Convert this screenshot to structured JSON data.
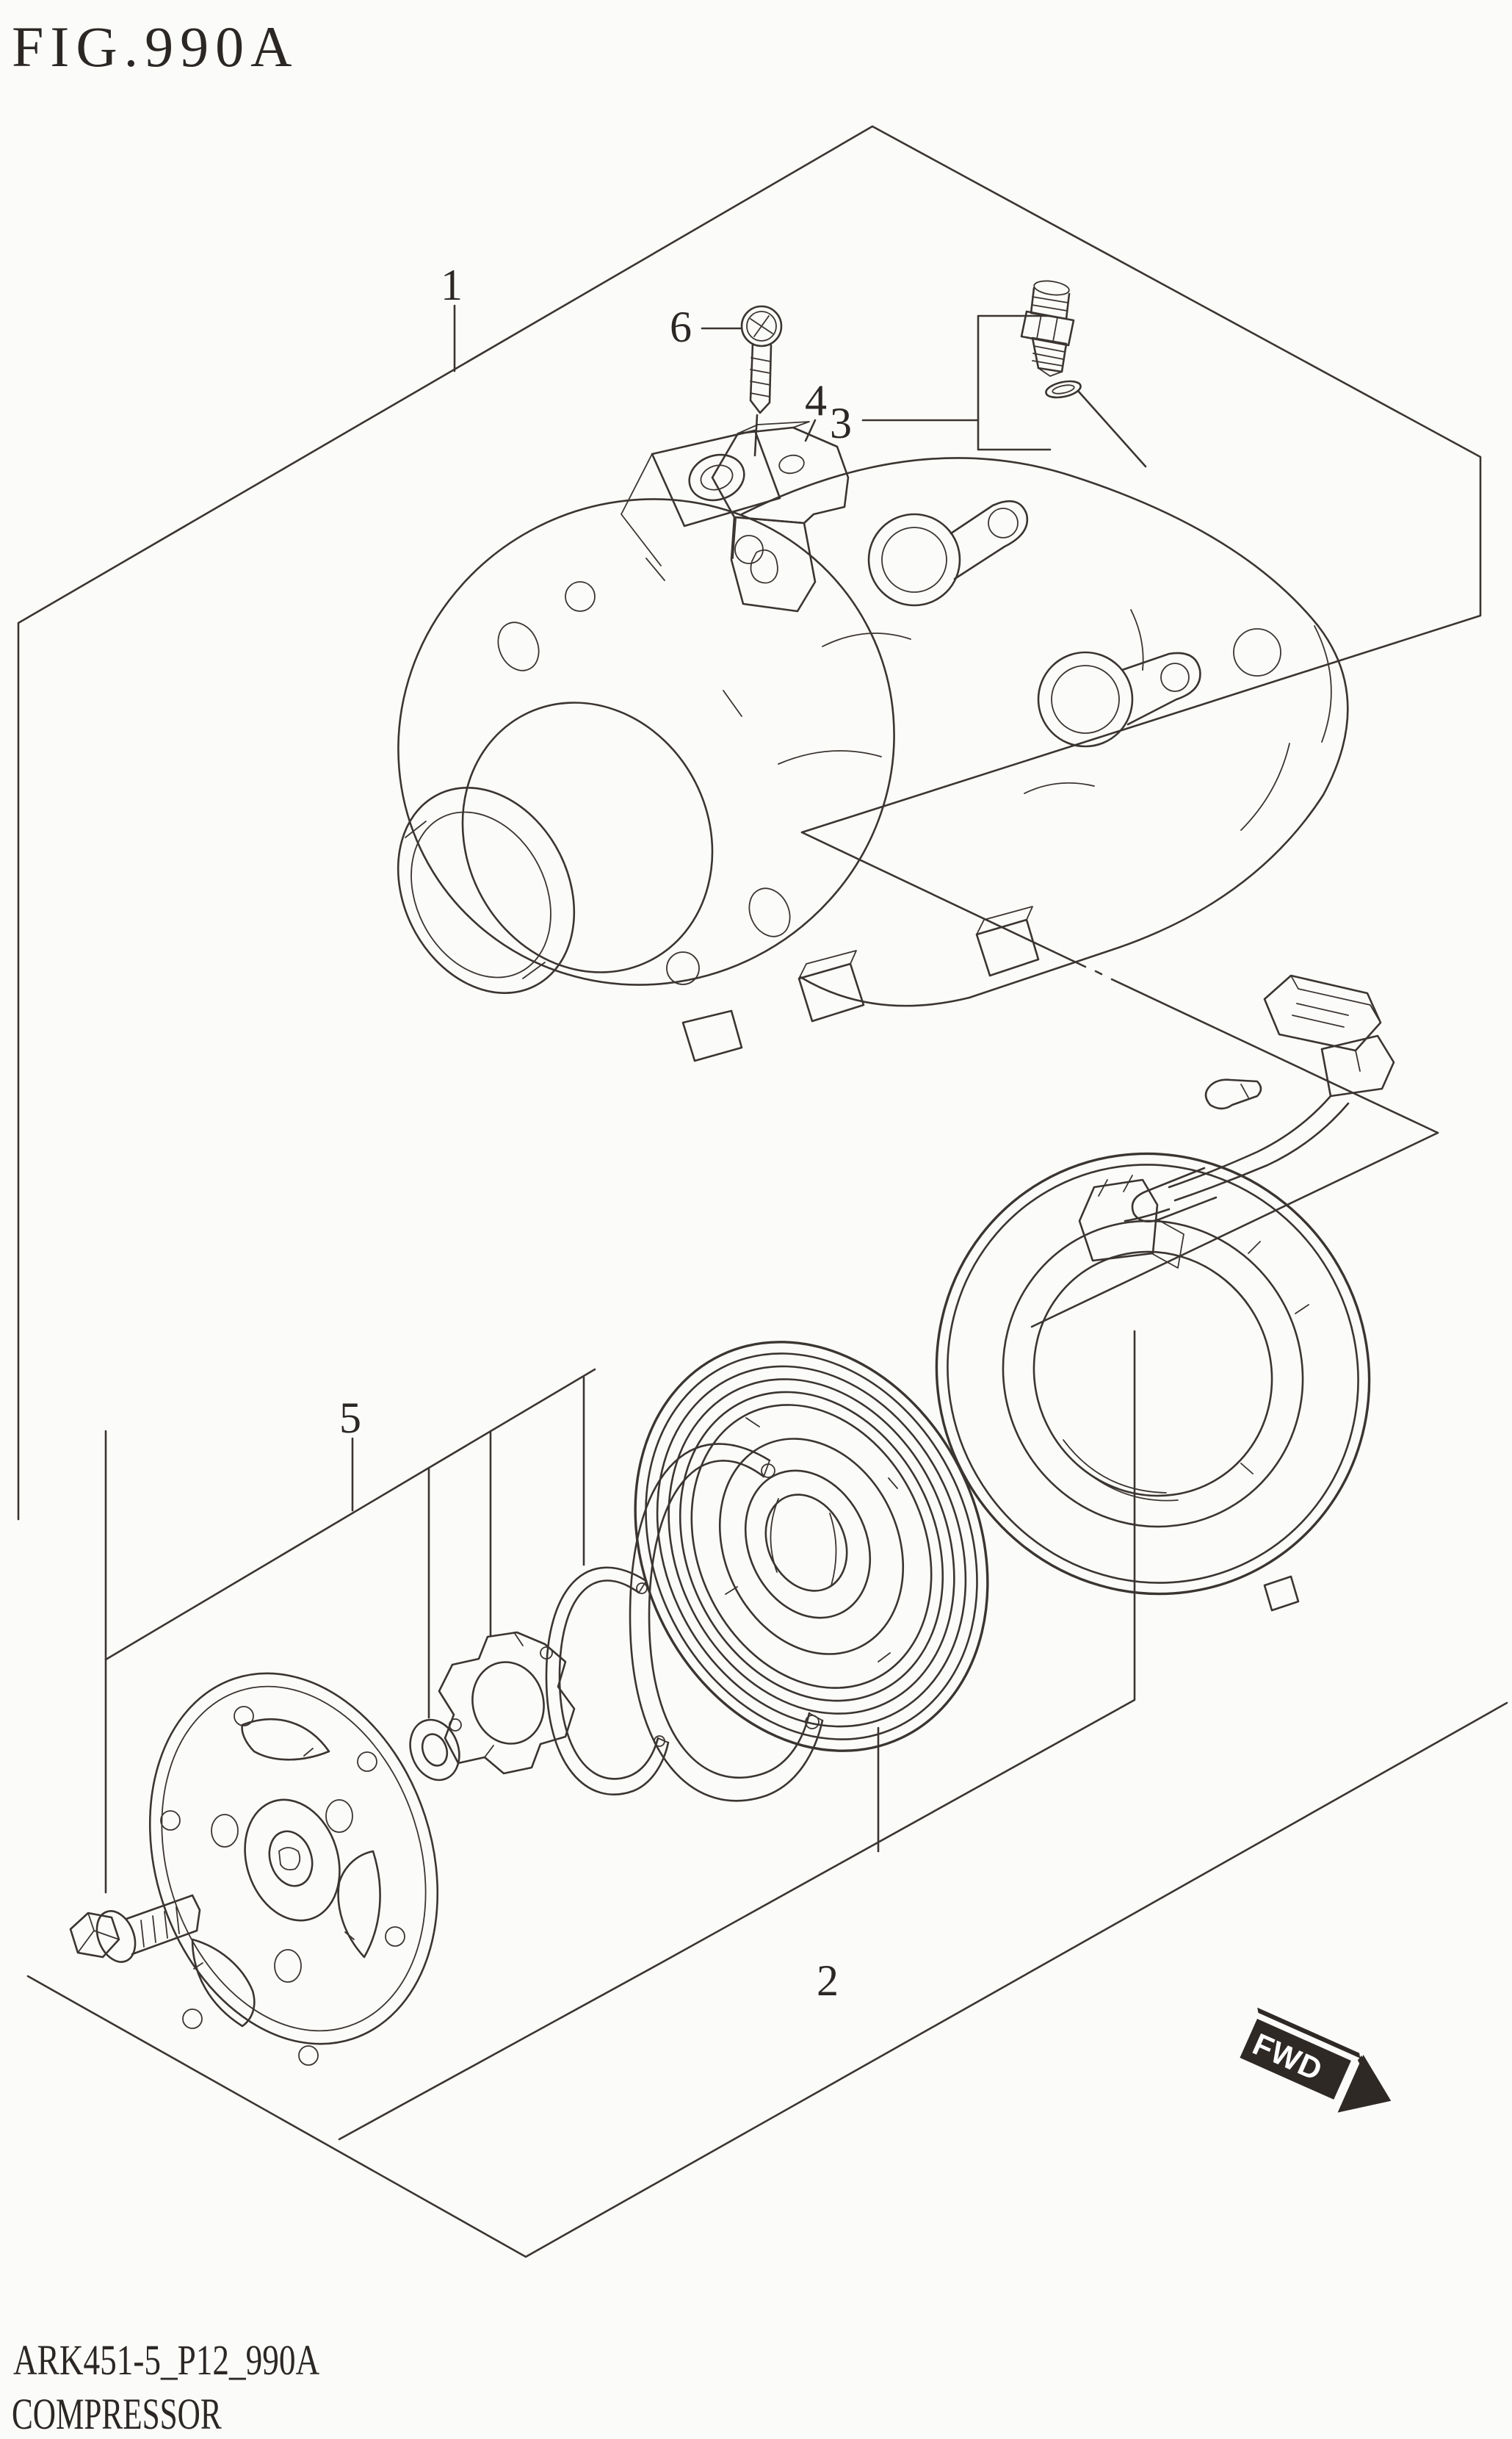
{
  "figure": {
    "title": "FIG.990A"
  },
  "callouts": {
    "c1": "1",
    "c2": "2",
    "c3": "3",
    "c4": "4",
    "c5": "5",
    "c6": "6"
  },
  "direction_arrow": {
    "label": "FWD"
  },
  "footer": {
    "code": "ARK451-5_P12_990A",
    "title": "COMPRESSOR"
  },
  "colors": {
    "background": "#fbfbf9",
    "line": "#3b3531",
    "arrow_fill": "#2f2925",
    "label_text": "#2b2724"
  }
}
